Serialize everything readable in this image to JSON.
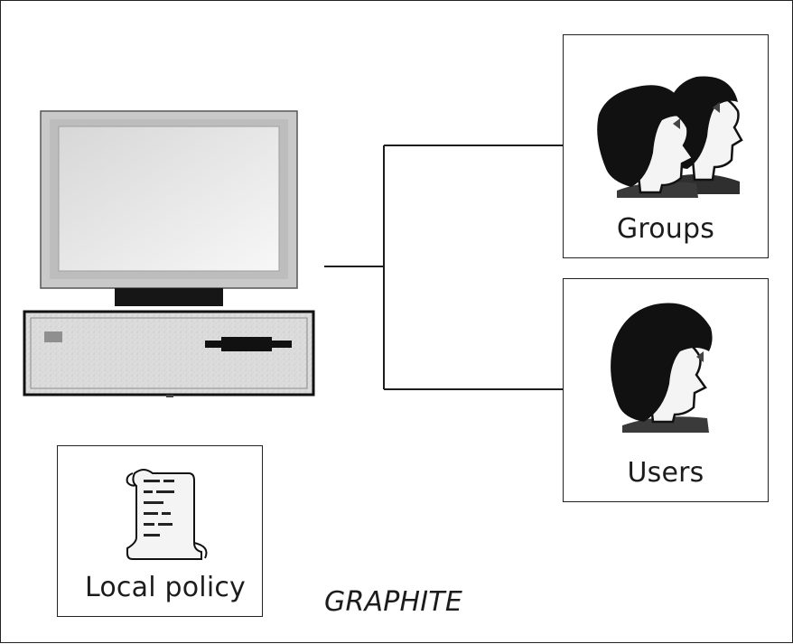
{
  "diagram": {
    "computer_name": "GRAPHITE",
    "nodes": [
      {
        "id": "groups",
        "label": "Groups",
        "icon": "two-people-icon"
      },
      {
        "id": "users",
        "label": "Users",
        "icon": "person-icon"
      },
      {
        "id": "local_policy",
        "label": "Local policy",
        "icon": "policy-scroll-icon"
      }
    ],
    "computer_icon": "desktop-computer-icon",
    "colors": {
      "line": "#1c1c1c",
      "hair": "#1c1c1c",
      "screen_frame": "#c9c9c9",
      "screen_inner": "#efefef",
      "case": "#d9d9d9"
    }
  }
}
